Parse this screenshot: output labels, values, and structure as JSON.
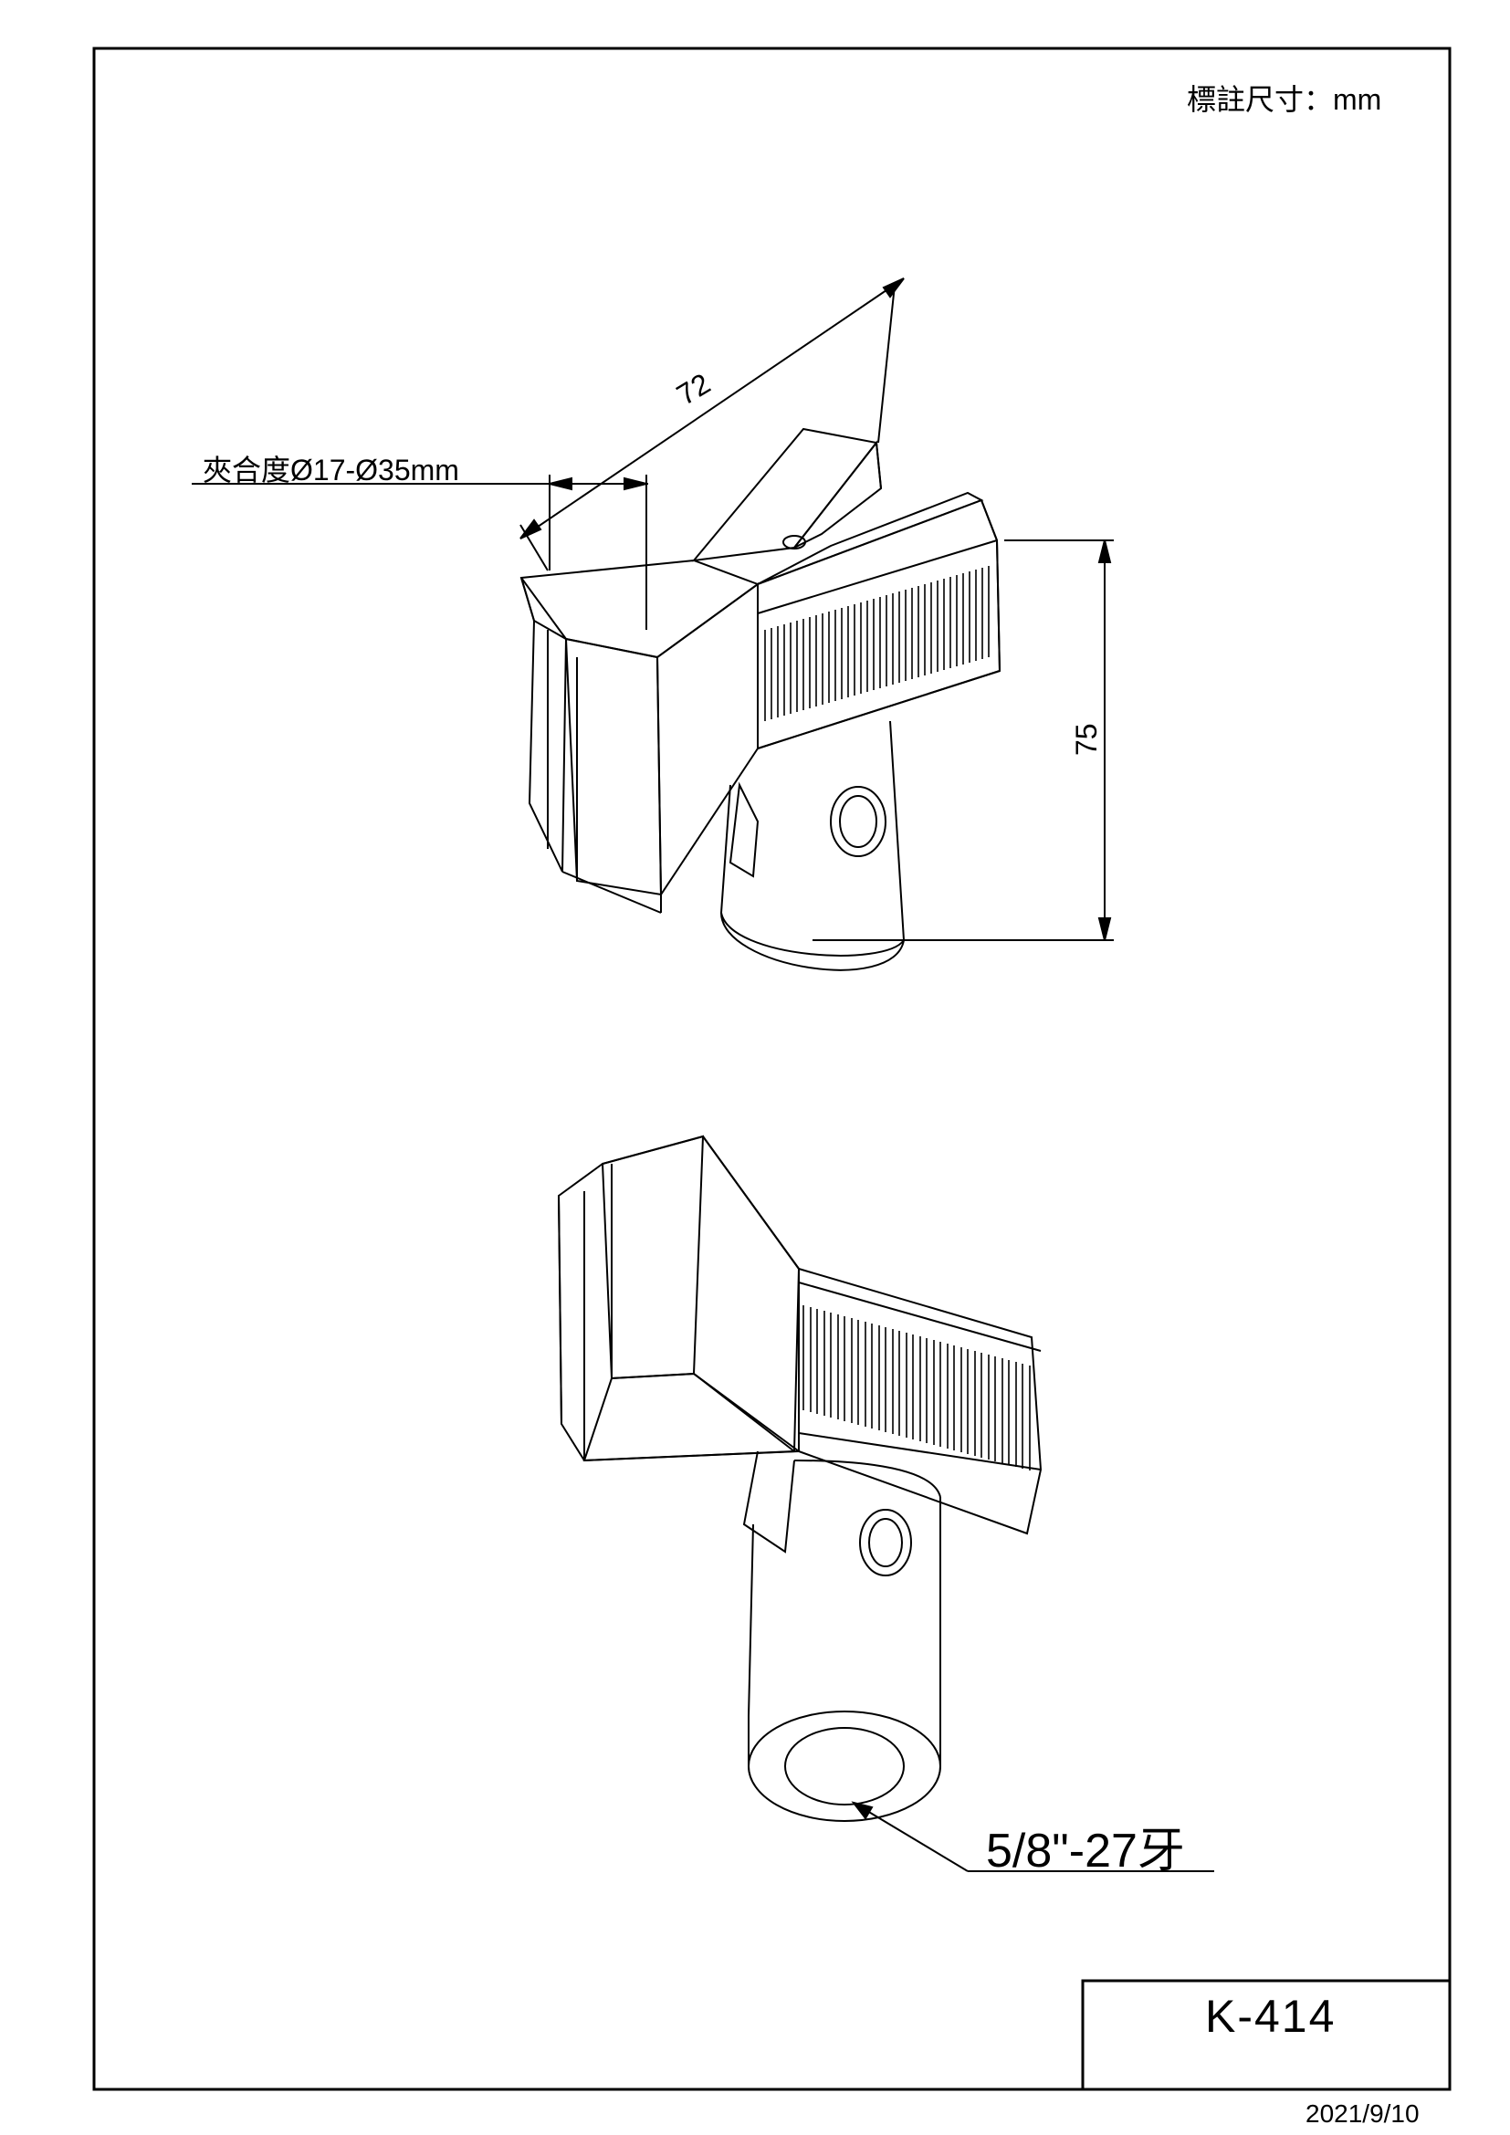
{
  "units_note": "標註尺寸：mm",
  "clamp_range": "夾合度Ø17-Ø35mm",
  "dims": {
    "width": "72",
    "height": "75"
  },
  "thread_spec": "5/8\"-27牙",
  "model": "K-414",
  "date": "2021/9/10",
  "colors": {
    "line": "#000000",
    "background": "#ffffff"
  }
}
